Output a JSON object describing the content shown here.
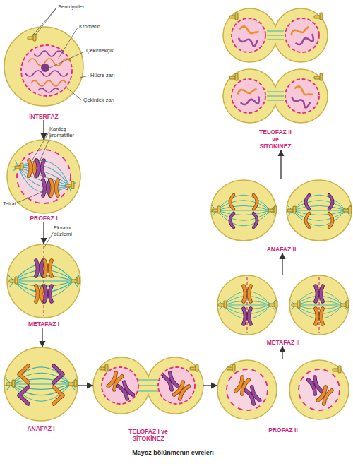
{
  "diagram": {
    "caption": "Mayoz bölünmenin evreleri",
    "nodes": [
      {
        "text": [
          "İNTERFAZ"
        ]
      },
      {
        "text": [
          "PROFAZ I"
        ]
      },
      {
        "text": [
          "METAFAZ I"
        ]
      },
      {
        "text": [
          "ANAFAZ I"
        ]
      },
      {
        "text": [
          "TELOFAZ I ve SİTOKİNEZ"
        ]
      },
      {
        "text": [
          "PROFAZ II"
        ]
      },
      {
        "text": [
          "METAFAZ II"
        ]
      },
      {
        "text": [
          "ANAFAZ II"
        ]
      },
      {
        "text": [
          "TELOFAZ II ve SİTOKİNEZ"
        ]
      }
    ],
    "edges": [
      {
        "from": 0,
        "to": 1,
        "arrow": "to"
      },
      {
        "from": 1,
        "to": 2,
        "arrow": "to"
      },
      {
        "from": 2,
        "to": 3,
        "arrow": "to"
      },
      {
        "from": 3,
        "to": 4,
        "arrow": "to"
      },
      {
        "from": 4,
        "to": 5,
        "arrow": "to"
      },
      {
        "from": 5,
        "to": 6,
        "arrow": "to"
      },
      {
        "from": 6,
        "to": 7,
        "arrow": "to"
      },
      {
        "from": 7,
        "to": 8,
        "arrow": "to"
      }
    ],
    "labels": [
      "Sentriyoller",
      "Kromatin",
      "Çekirdekçik",
      "Hücre zarı",
      "Çekirdek zarı",
      "Kardeş kromatitler",
      "Tetrat",
      "Ekvator düzlemi"
    ]
  }
}
